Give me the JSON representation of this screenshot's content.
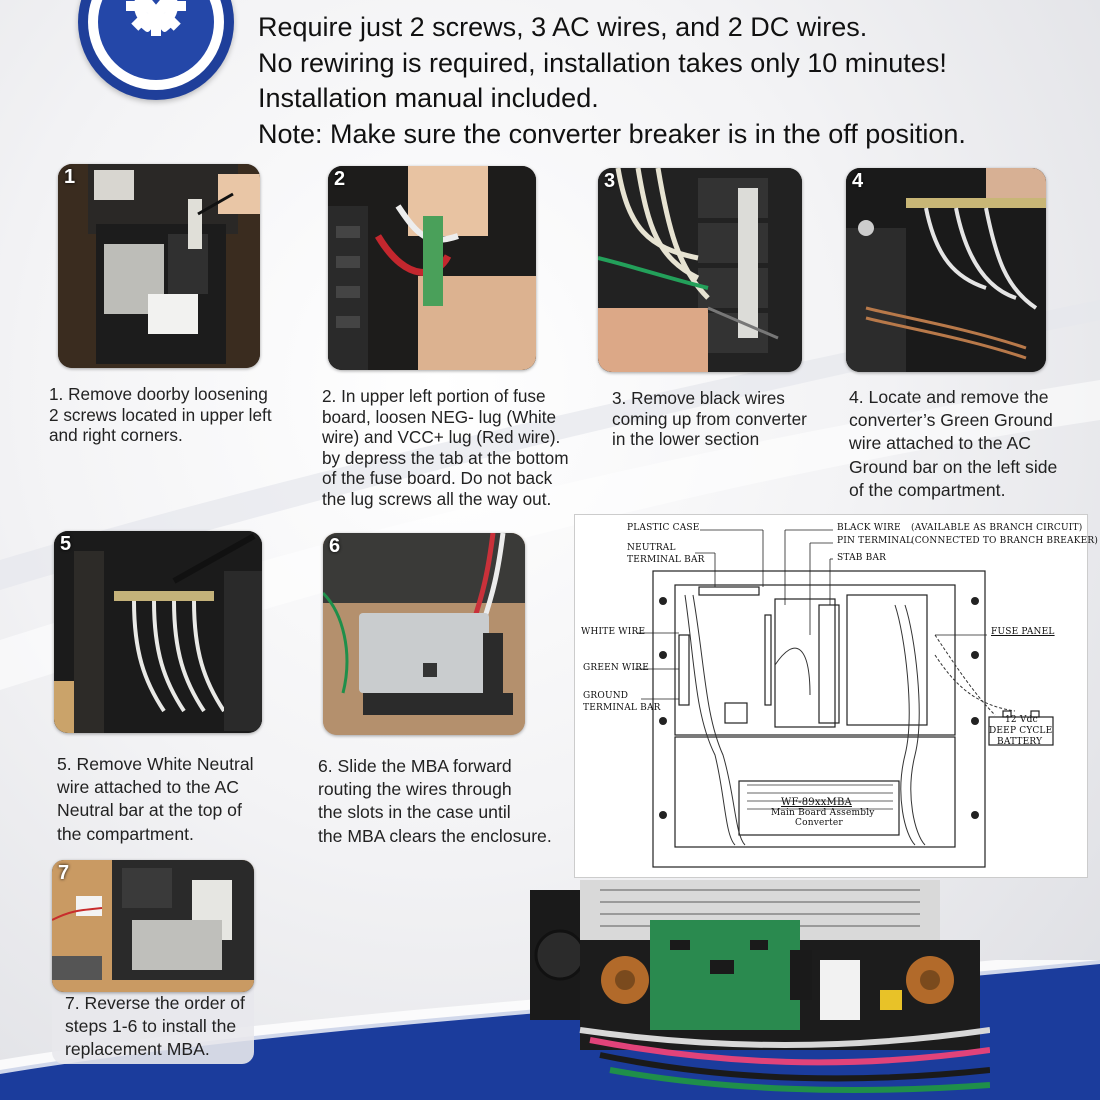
{
  "colors": {
    "brand_blue": "#1f3f9a",
    "swoosh_blue": "#1b3c9c",
    "text": "#222222"
  },
  "logo": {
    "icon": "wrench-gear-icon"
  },
  "intro": {
    "line1": "Require just 2 screws, 3 AC wires, and 2 DC wires.",
    "line2": "No rewiring is required, installation takes only 10 minutes!",
    "line3": "Installation manual included.",
    "line4": "Note: Make sure the converter breaker is in the off position."
  },
  "steps": [
    {
      "num": "1",
      "lines": [
        "1. Remove doorby loosening",
        "2 screws located in upper left",
        "and right corners."
      ]
    },
    {
      "num": "2",
      "lines": [
        "2. In upper left portion of fuse",
        "board, loosen NEG- lug (White",
        "wire) and VCC+ lug (Red wire).",
        "by depress the tab at the bottom",
        "of the fuse board. Do not back",
        "the lug screws all the way out."
      ]
    },
    {
      "num": "3",
      "lines": [
        "3. Remove black wires",
        "coming up from converter",
        "in the lower section"
      ]
    },
    {
      "num": "4",
      "lines": [
        "4. Locate and remove the",
        "converter’s Green Ground",
        "wire attached to the AC",
        "Ground bar on the left side",
        "of the compartment."
      ]
    },
    {
      "num": "5",
      "lines": [
        "5. Remove White Neutral",
        "wire attached to the AC",
        "Neutral bar at the top of",
        "the compartment."
      ]
    },
    {
      "num": "6",
      "lines": [
        "6. Slide the MBA forward",
        "routing the wires through",
        "the slots in the case until",
        "the MBA clears the enclosure."
      ]
    },
    {
      "num": "7",
      "lines": [
        "7. Reverse the order of",
        "steps 1-6 to install the",
        "replacement MBA."
      ]
    }
  ],
  "diagram": {
    "plastic_case": "PLASTIC CASE",
    "neutral_1": "NEUTRAL",
    "neutral_2": "TERMINAL BAR",
    "black_wire": "BLACK WIRE",
    "pin_terminal": "PIN TERMINAL",
    "stab_bar": "STAB BAR",
    "available": "(AVAILABLE AS BRANCH CIRCUIT)",
    "connected": "(CONNECTED TO BRANCH BREAKER)",
    "white_wire": "WHITE WIRE",
    "green_wire": "GREEN WIRE",
    "ground_1": "GROUND",
    "ground_2": "TERMINAL BAR",
    "fuse_panel": "FUSE PANEL",
    "battery_1": "12 Vdc",
    "battery_2": "DEEP CYCLE",
    "battery_3": "BATTERY",
    "mba_1": "WF-89xxMBA",
    "mba_2": "Main Board Assembly",
    "mba_3": "Converter"
  }
}
